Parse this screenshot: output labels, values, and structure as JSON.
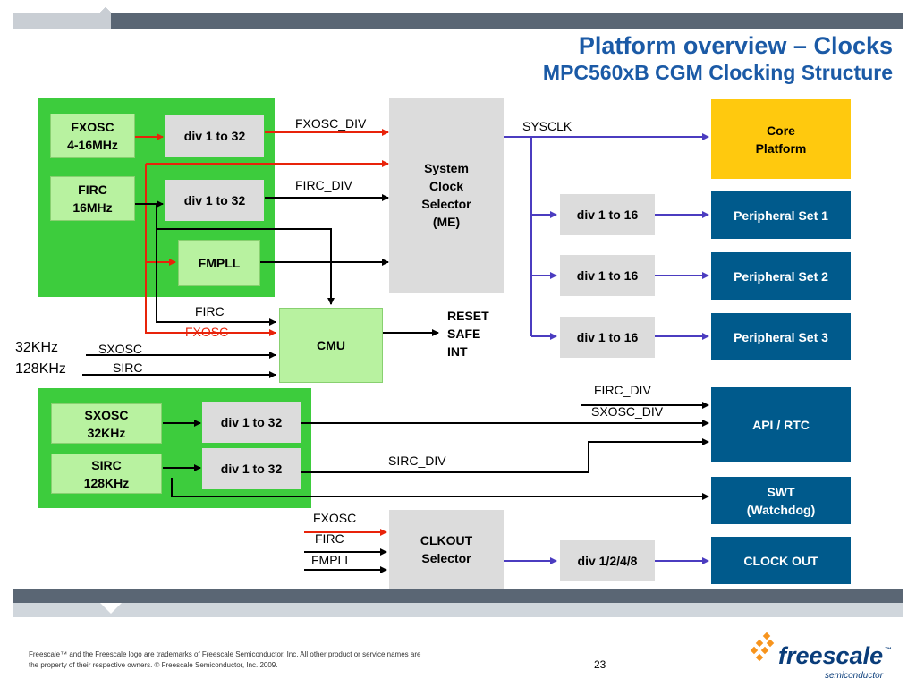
{
  "header": {
    "title": "Platform overview – Clocks",
    "subtitle": "MPC560xB CGM Clocking Structure"
  },
  "blocks": {
    "fxosc_src": "FXOSC\n4-16MHz",
    "firc_src": "FIRC\n16MHz",
    "div_fxosc": "div 1 to 32",
    "div_firc": "div 1 to 32",
    "fmpll": "FMPLL",
    "system_clock_selector": "System\nClock\nSelector\n(ME)",
    "core_platform": "Core\nPlatform",
    "div_per1": "div 1 to 16",
    "div_per2": "div 1 to 16",
    "div_per3": "div 1 to 16",
    "peripheral_set_1": "Peripheral Set 1",
    "peripheral_set_2": "Peripheral Set 2",
    "peripheral_set_3": "Peripheral Set 3",
    "cmu": "CMU",
    "sxosc_src": "SXOSC\n32KHz",
    "sirc_src": "SIRC\n128KHz",
    "div_sxosc": "div 1 to 32",
    "div_sirc": "div 1 to 32",
    "api_rtc": "API / RTC",
    "swt": "SWT\n(Watchdog)",
    "clkout_selector": "CLKOUT\nSelector",
    "div_clkout": "div 1/2/4/8",
    "clock_out": "CLOCK OUT"
  },
  "labels": {
    "fxosc_div": "FXOSC_DIV",
    "firc_div": "FIRC_DIV",
    "sysclk": "SYSCLK",
    "cmu_firc": "FIRC",
    "cmu_fxosc": "FXOSC",
    "freq_32khz": "32KHz",
    "freq_128khz": "128KHz",
    "cmu_sxosc": "SXOSC",
    "cmu_sirc": "SIRC",
    "cmu_outputs": "RESET\nSAFE\nINT",
    "api_firc_div": "FIRC_DIV",
    "api_sxosc_div": "SXOSC_DIV",
    "sirc_div": "SIRC_DIV",
    "clkout_fxosc": "FXOSC",
    "clkout_firc": "FIRC",
    "clkout_fmpll": "FMPLL"
  },
  "footer": {
    "legal": "Freescale™ and the Freescale logo are trademarks of Freescale Semiconductor, Inc. All other product or service names are\nthe property of their respective owners. © Freescale Semiconductor, Inc. 2009.",
    "page_number": "23",
    "logo_text": "freescale",
    "logo_sub": "semiconductor",
    "logo_tm": "™"
  },
  "colors": {
    "title": "#1b5aa6",
    "bar": "#5a6674",
    "bar_light": "#d0d6dc",
    "green_group": "#3dcc3d",
    "light_green": "#b8f2a0",
    "gray_box": "#dcdcdc",
    "blue_box": "#005a8c",
    "yellow_box": "#ffc90e",
    "red_arrow": "#e8230a",
    "blue_arrow": "#4b3cc0",
    "black_arrow": "#000000"
  }
}
